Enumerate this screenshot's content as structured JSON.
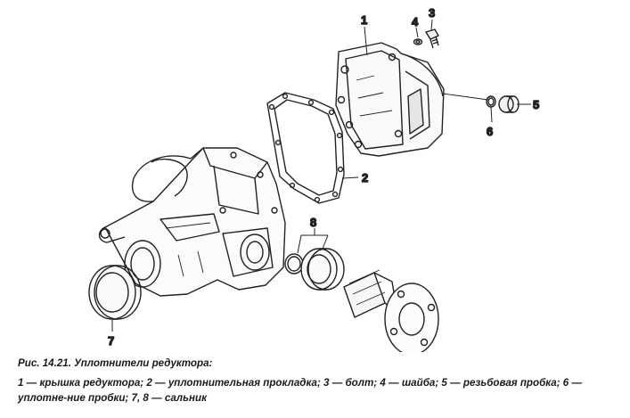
{
  "callouts": {
    "c1": "1",
    "c2": "2",
    "c3": "3",
    "c4": "4",
    "c5": "5",
    "c6": "6",
    "c7": "7",
    "c8": "8"
  },
  "caption": {
    "title": "Рис. 14.21. Уплотнители редуктора:",
    "text": "1 — крышка редуктора; 2 — уплотнительная прокладка; 3 — болт; 4 — шайба; 5 — резьбовая пробка; 6 — уплотне-ние пробки; 7, 8 — сальник"
  }
}
